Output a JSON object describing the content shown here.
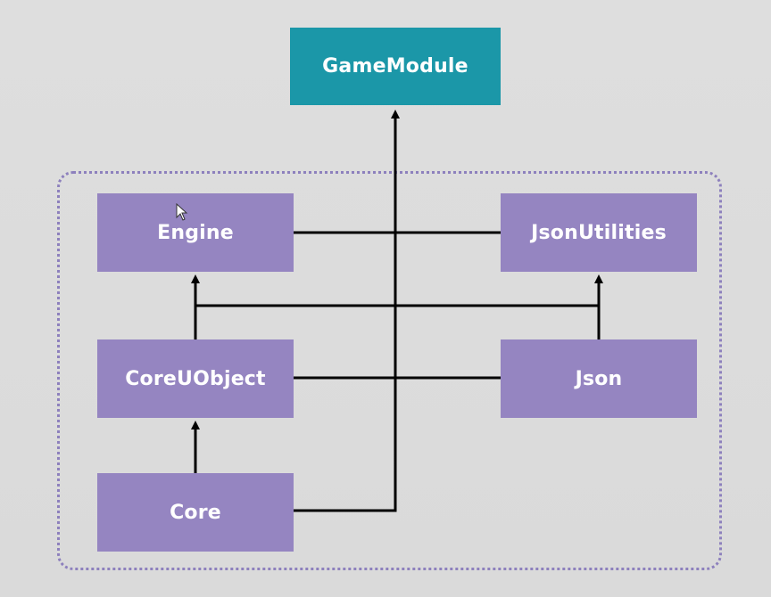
{
  "diagram": {
    "nodes": {
      "game_module": "GameModule",
      "engine": "Engine",
      "json_utilities": "JsonUtilities",
      "core_uobject": "CoreUObject",
      "json": "Json",
      "core": "Core"
    },
    "colors": {
      "top_module": "#1b97a8",
      "module": "#9585c1",
      "group_border": "#8d80bd",
      "edge": "#000000",
      "background": "#dcdcdc",
      "text": "#ffffff"
    },
    "icons": {
      "cursor": "mouse-pointer-icon"
    }
  }
}
